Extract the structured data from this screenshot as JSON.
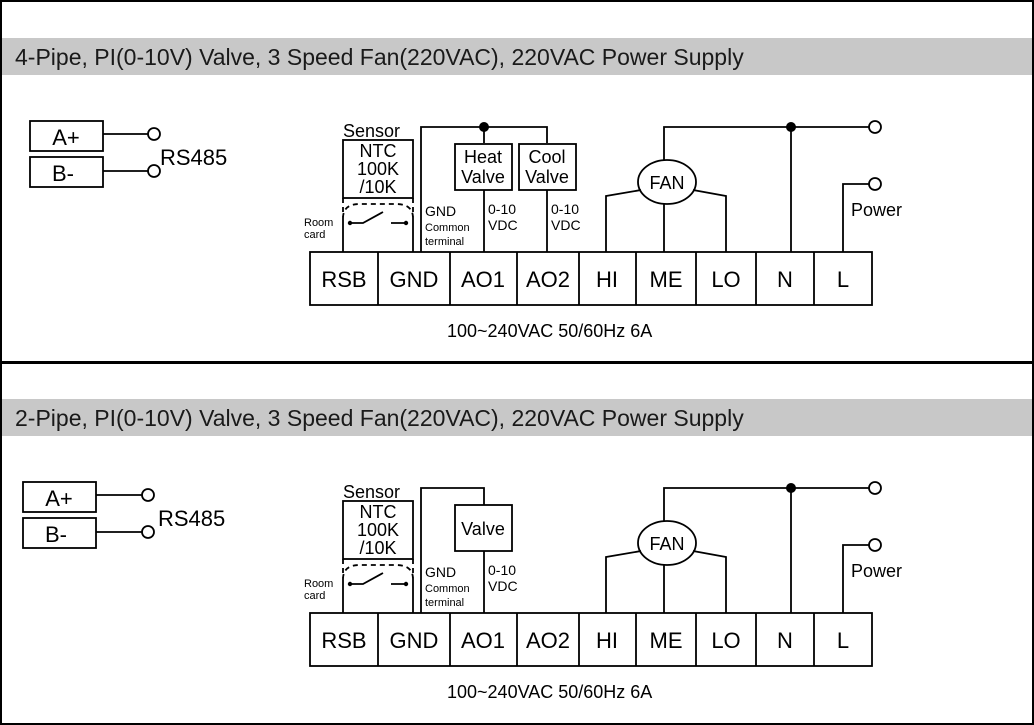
{
  "panels": [
    {
      "title": "4-Pipe, PI(0-10V) Valve, 3 Speed Fan(220VAC), 220VAC Power Supply",
      "rs485": {
        "a_label": "A+",
        "b_label": "B-",
        "bus_label": "RS485"
      },
      "sensor": {
        "title": "Sensor",
        "line1": "NTC",
        "line2": "100K",
        "line3": "/10K"
      },
      "room_card": {
        "line1": "Room",
        "line2": "card"
      },
      "gnd_note": {
        "line1": "GND",
        "line2": "Common",
        "line3": "terminal"
      },
      "valves": [
        {
          "line1": "Heat",
          "line2": "Valve",
          "sig1": "0-10",
          "sig2": "VDC"
        },
        {
          "line1": "Cool",
          "line2": "Valve",
          "sig1": "0-10",
          "sig2": "VDC"
        }
      ],
      "fan_label": "FAN",
      "power_label": "Power",
      "terminals": [
        "RSB",
        "GND",
        "AO1",
        "AO2",
        "HI",
        "ME",
        "LO",
        "N",
        "L"
      ],
      "footer": "100~240VAC 50/60Hz 6A"
    },
    {
      "title": "2-Pipe, PI(0-10V) Valve, 3 Speed Fan(220VAC), 220VAC Power Supply",
      "rs485": {
        "a_label": "A+",
        "b_label": "B-",
        "bus_label": "RS485"
      },
      "sensor": {
        "title": "Sensor",
        "line1": "NTC",
        "line2": "100K",
        "line3": "/10K"
      },
      "room_card": {
        "line1": "Room",
        "line2": "card"
      },
      "gnd_note": {
        "line1": "GND",
        "line2": "Common",
        "line3": "terminal"
      },
      "valves": [
        {
          "line1": "Valve",
          "line2": "",
          "sig1": "0-10",
          "sig2": "VDC"
        }
      ],
      "fan_label": "FAN",
      "power_label": "Power",
      "terminals": [
        "RSB",
        "GND",
        "AO1",
        "AO2",
        "HI",
        "ME",
        "LO",
        "N",
        "L"
      ],
      "footer": "100~240VAC 50/60Hz 6A"
    }
  ]
}
